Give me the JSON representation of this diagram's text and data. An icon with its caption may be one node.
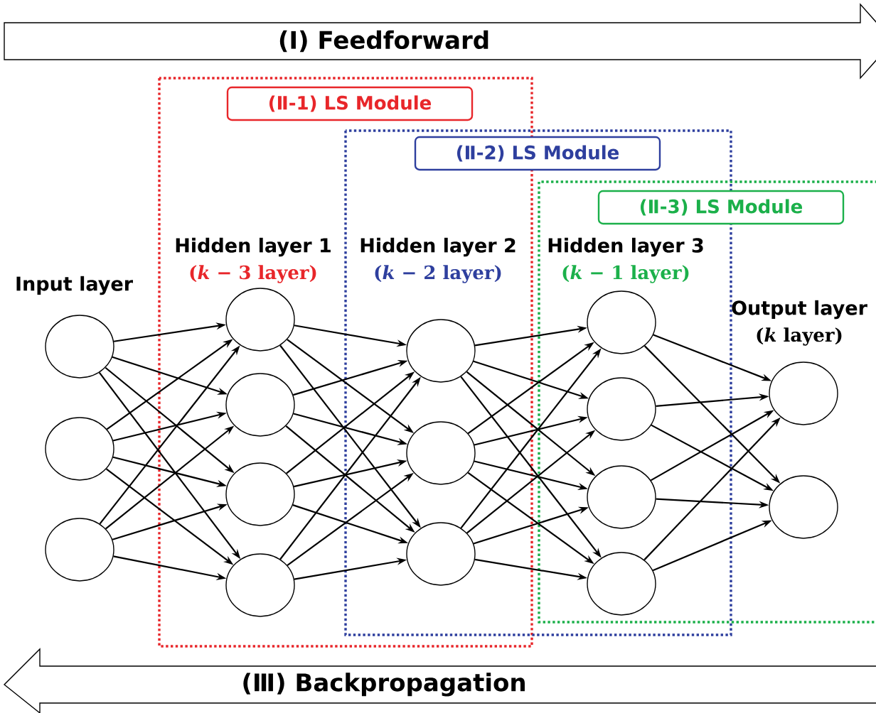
{
  "diagram": {
    "nodes": [
      {
        "text": [
          "(Ⅰ) Feedforward"
        ]
      },
      {
        "text": [
          "(Ⅱ-1) LS Module"
        ]
      },
      {
        "text": [
          "(Ⅱ-2) LS Module"
        ]
      },
      {
        "text": [
          "(Ⅱ-3) LS Module"
        ]
      },
      {
        "text": [],
        "shape": "circle"
      },
      {
        "text": [],
        "shape": "circle"
      },
      {
        "text": [],
        "shape": "circle"
      },
      {
        "text": [],
        "shape": "circle"
      },
      {
        "text": [],
        "shape": "circle"
      },
      {
        "text": [],
        "shape": "circle"
      },
      {
        "text": [],
        "shape": "circle"
      },
      {
        "text": [],
        "shape": "circle"
      },
      {
        "text": [],
        "shape": "circle"
      },
      {
        "text": [],
        "shape": "circle"
      },
      {
        "text": [],
        "shape": "circle"
      },
      {
        "text": [],
        "shape": "circle"
      },
      {
        "text": [],
        "shape": "circle"
      },
      {
        "text": [],
        "shape": "circle"
      },
      {
        "text": [],
        "shape": "circle"
      },
      {
        "text": [],
        "shape": "circle"
      },
      {
        "text": [
          "(Ⅲ) Backpropagation"
        ]
      }
    ],
    "edges": [
      {
        "from": 4,
        "to": 7,
        "arrow": "to"
      },
      {
        "from": 4,
        "to": 8,
        "arrow": "to"
      },
      {
        "from": 4,
        "to": 9,
        "arrow": "to"
      },
      {
        "from": 4,
        "to": 10,
        "arrow": "to"
      },
      {
        "from": 5,
        "to": 7,
        "arrow": "to"
      },
      {
        "from": 5,
        "to": 8,
        "arrow": "to"
      },
      {
        "from": 5,
        "to": 9,
        "arrow": "to"
      },
      {
        "from": 5,
        "to": 10,
        "arrow": "to"
      },
      {
        "from": 6,
        "to": 7,
        "arrow": "to"
      },
      {
        "from": 6,
        "to": 8,
        "arrow": "to"
      },
      {
        "from": 6,
        "to": 9,
        "arrow": "to"
      },
      {
        "from": 6,
        "to": 10,
        "arrow": "to"
      },
      {
        "from": 7,
        "to": 11,
        "arrow": "to"
      },
      {
        "from": 7,
        "to": 12,
        "arrow": "to"
      },
      {
        "from": 7,
        "to": 13,
        "arrow": "to"
      },
      {
        "from": 8,
        "to": 11,
        "arrow": "to"
      },
      {
        "from": 8,
        "to": 12,
        "arrow": "to"
      },
      {
        "from": 8,
        "to": 13,
        "arrow": "to"
      },
      {
        "from": 9,
        "to": 11,
        "arrow": "to"
      },
      {
        "from": 9,
        "to": 12,
        "arrow": "to"
      },
      {
        "from": 9,
        "to": 13,
        "arrow": "to"
      },
      {
        "from": 10,
        "to": 11,
        "arrow": "to"
      },
      {
        "from": 10,
        "to": 12,
        "arrow": "to"
      },
      {
        "from": 10,
        "to": 13,
        "arrow": "to"
      },
      {
        "from": 11,
        "to": 14,
        "arrow": "to"
      },
      {
        "from": 11,
        "to": 15,
        "arrow": "to"
      },
      {
        "from": 11,
        "to": 16,
        "arrow": "to"
      },
      {
        "from": 11,
        "to": 17,
        "arrow": "to"
      },
      {
        "from": 12,
        "to": 14,
        "arrow": "to"
      },
      {
        "from": 12,
        "to": 15,
        "arrow": "to"
      },
      {
        "from": 12,
        "to": 16,
        "arrow": "to"
      },
      {
        "from": 12,
        "to": 17,
        "arrow": "to"
      },
      {
        "from": 13,
        "to": 14,
        "arrow": "to"
      },
      {
        "from": 13,
        "to": 15,
        "arrow": "to"
      },
      {
        "from": 13,
        "to": 16,
        "arrow": "to"
      },
      {
        "from": 13,
        "to": 17,
        "arrow": "to"
      },
      {
        "from": 14,
        "to": 18,
        "arrow": "to"
      },
      {
        "from": 14,
        "to": 19,
        "arrow": "to"
      },
      {
        "from": 15,
        "to": 18,
        "arrow": "to"
      },
      {
        "from": 15,
        "to": 19,
        "arrow": "to"
      },
      {
        "from": 16,
        "to": 18,
        "arrow": "to"
      },
      {
        "from": 16,
        "to": 19,
        "arrow": "to"
      },
      {
        "from": 17,
        "to": 18,
        "arrow": "to"
      },
      {
        "from": 17,
        "to": 19,
        "arrow": "to"
      }
    ],
    "labels": [
      "Hidden layer 1",
      "(*k* − 3 layer)",
      "Hidden layer 2",
      "(*k* − 2 layer)",
      "Hidden layer 3",
      "(*k* − 1 layer)",
      "Input layer",
      "Output layer",
      "(*k* layer)"
    ]
  }
}
